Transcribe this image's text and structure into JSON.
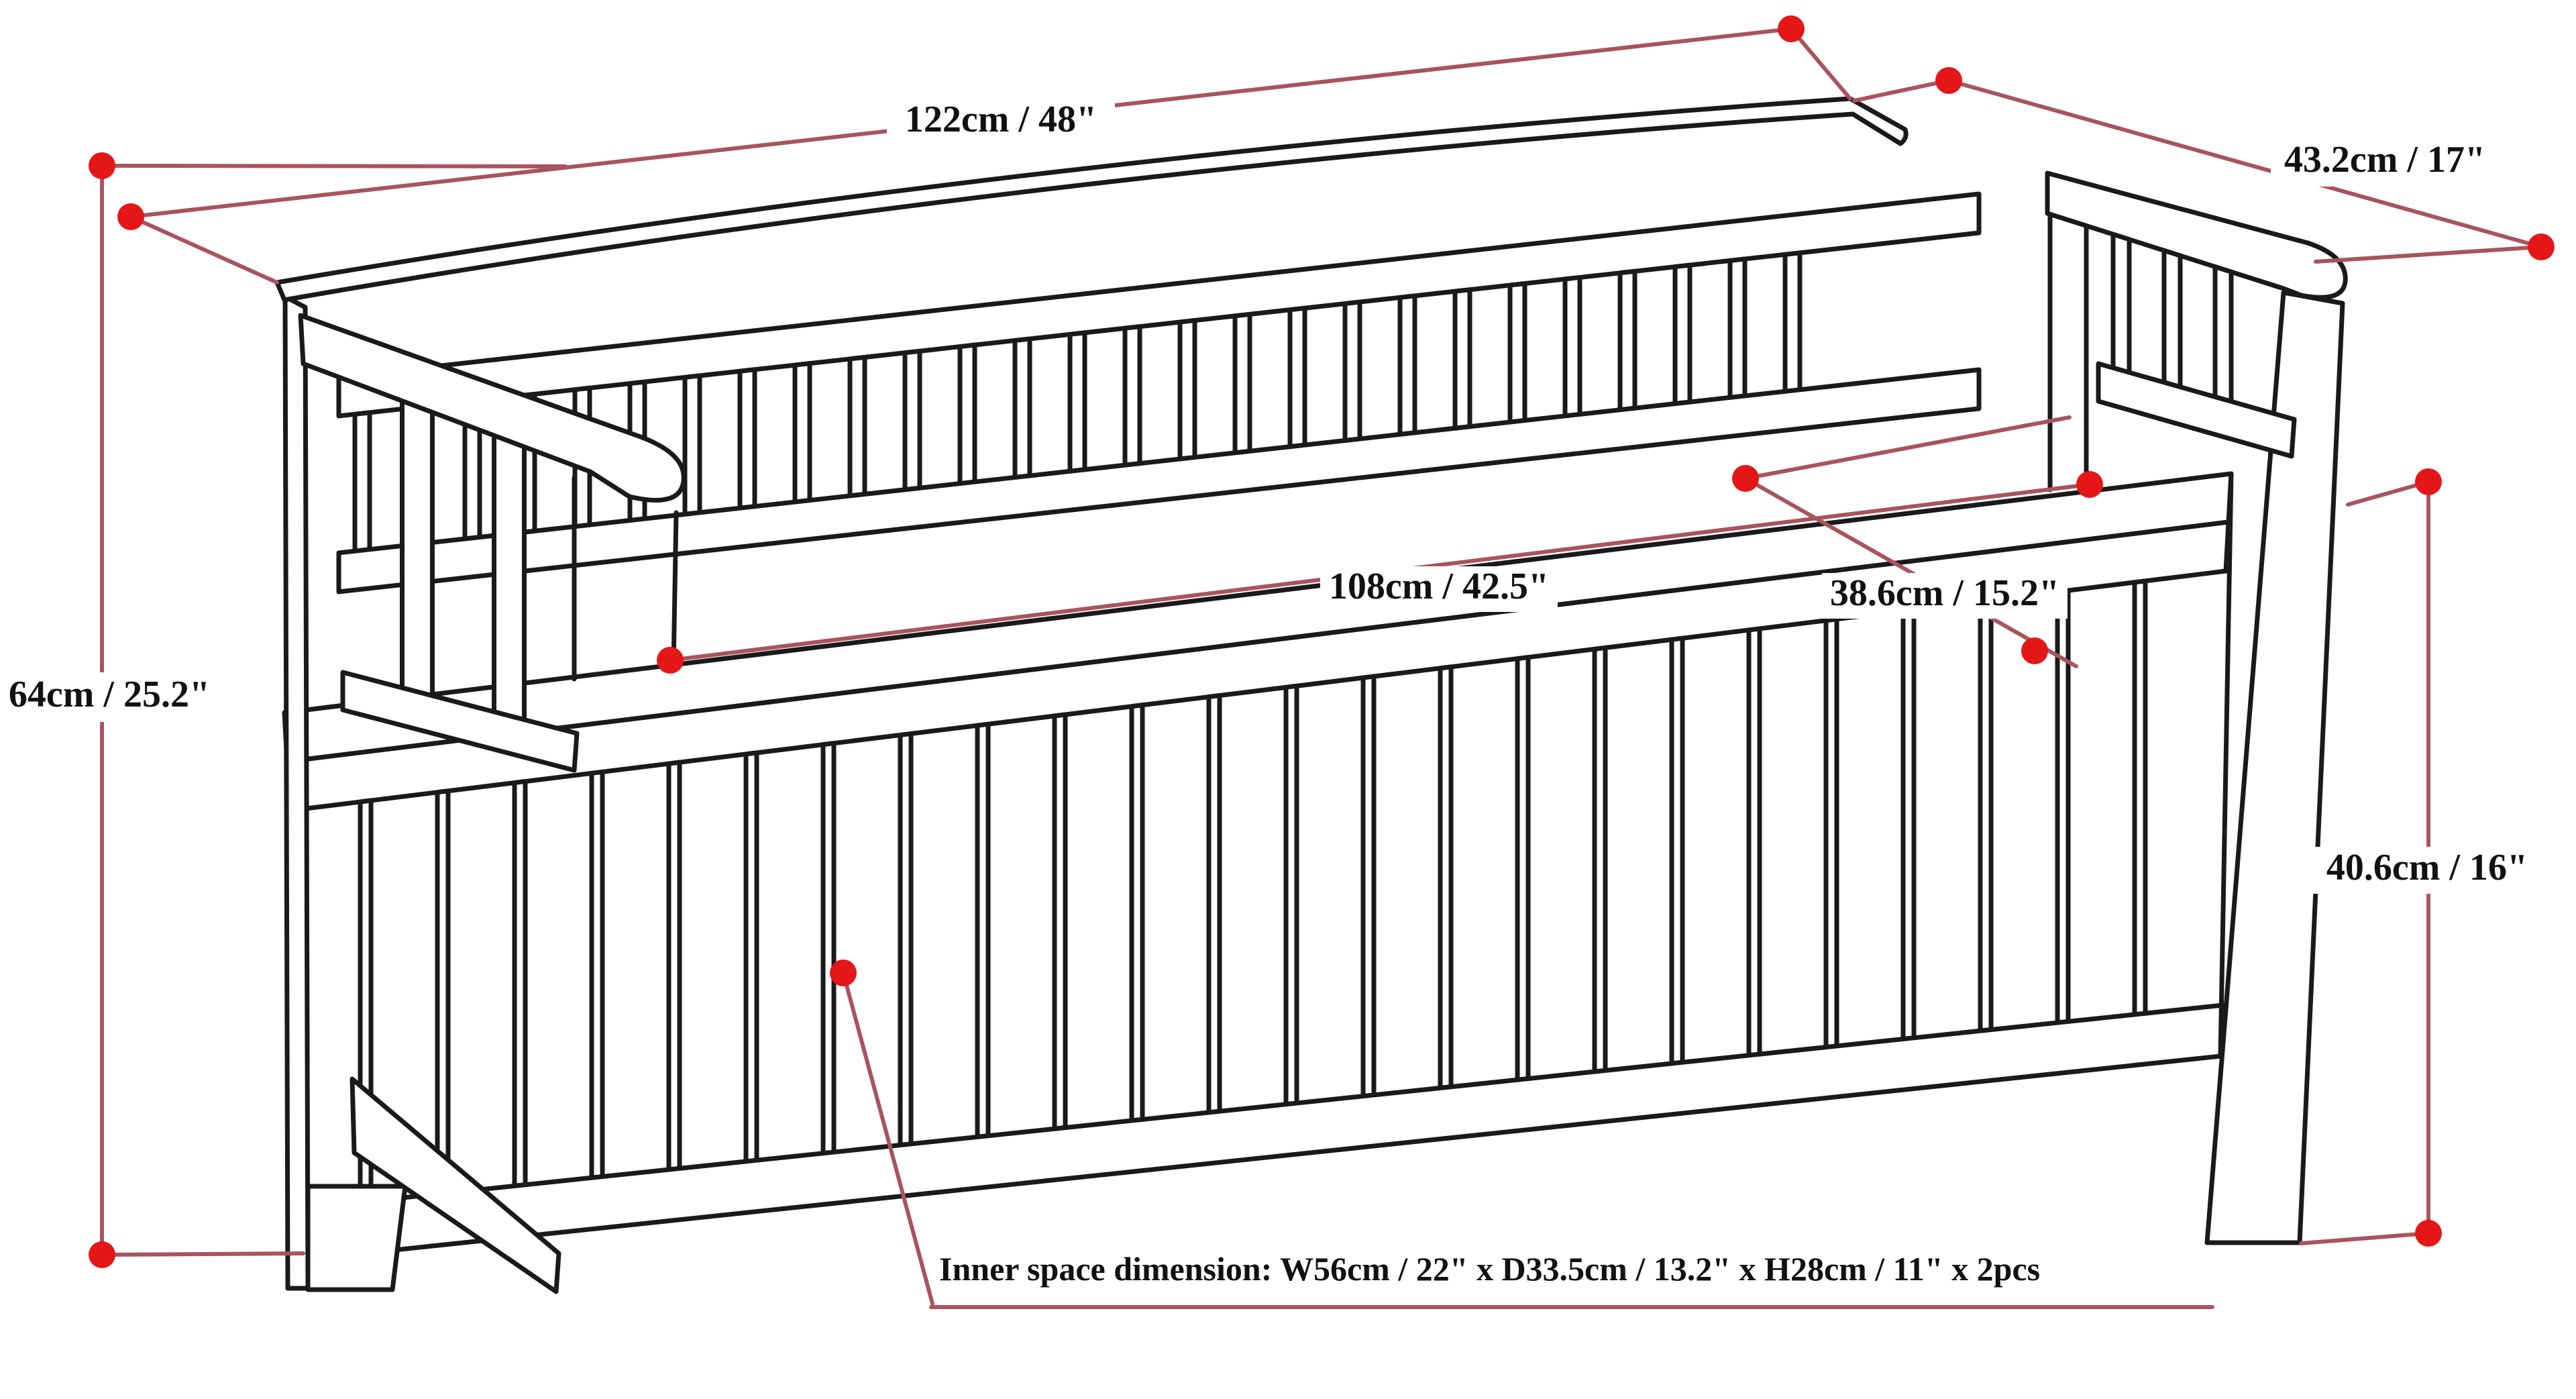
{
  "diagram": {
    "type": "furniture-dimension-drawing",
    "subject": "slatted storage bench line drawing with red dimension callouts"
  },
  "colors": {
    "background": "#ffffff",
    "outline": "#1a1a1a",
    "dimension_line": "#a8545c",
    "dimension_dot": "#e41618"
  },
  "labels": {
    "width": "122cm / 48\"",
    "depth": "43.2cm / 17\"",
    "height": "64cm / 25.2\"",
    "inner_width": "108cm / 42.5\"",
    "seat_depth": "38.6cm / 15.2\"",
    "seat_height": "40.6cm / 16\"",
    "inner_space_note": "Inner space dimension: W56cm / 22\" x D33.5cm / 13.2\" x H28cm / 11\" x 2pcs"
  },
  "bench": {
    "back_slat_count": 27,
    "front_slat_count": 24,
    "left_arm_slat_count": 2,
    "right_arm_slat_count": 3
  }
}
